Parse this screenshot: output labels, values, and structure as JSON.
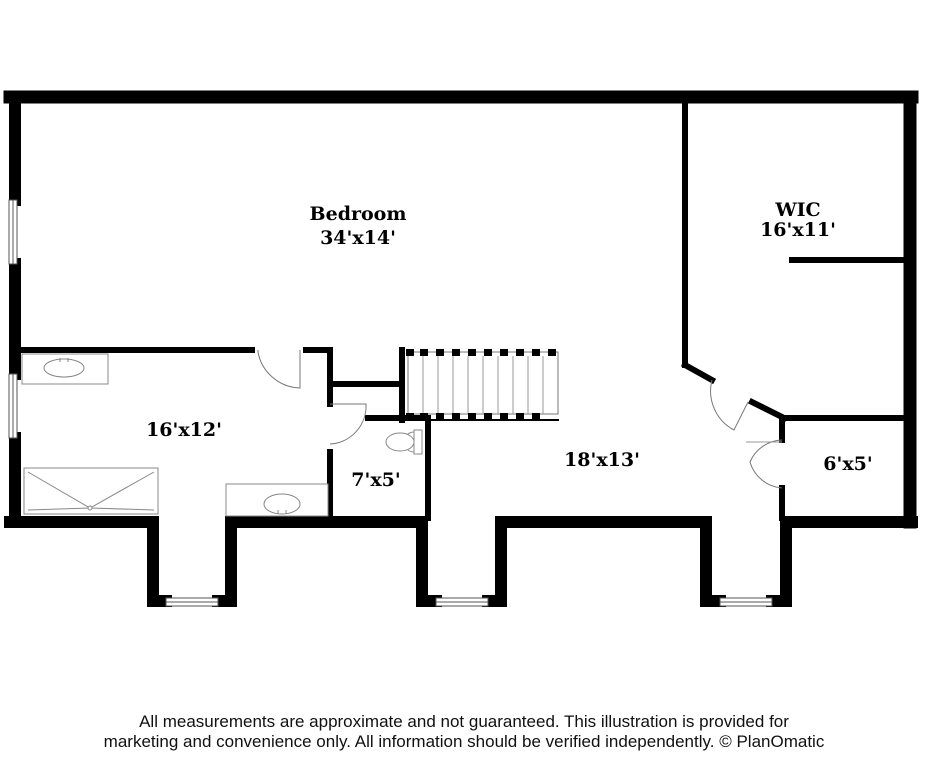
{
  "rooms": {
    "bedroom": {
      "name": "Bedroom",
      "size": "34'x14'"
    },
    "wic": {
      "name": "WIC",
      "size": "16'x11'"
    },
    "bath": {
      "size": "16'x12'"
    },
    "toilet": {
      "size": "7'x5'"
    },
    "hall": {
      "size": "18'x13'"
    },
    "closet": {
      "size": "6'x5'"
    }
  },
  "disclaimer": {
    "line1": "All measurements are approximate and not guaranteed. This illustration is provided for",
    "line2": "marketing and convenience only. All information should be verified independently. © PlanOmatic"
  }
}
